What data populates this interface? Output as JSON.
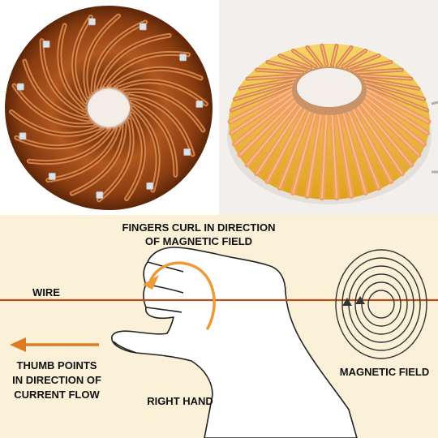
{
  "colors": {
    "diagram_bg": "#fbf1d8",
    "wire": "#b5521b",
    "current_arrow": "#e07a20",
    "curl_arrow": "#ee9a36",
    "copper_dark": "#8a3d12",
    "copper_light": "#e08a4a",
    "toroid_wire": "#f0a060",
    "toroid_core": "#f2c23a"
  },
  "photos": {
    "left_icon": "air-core-copper-coil",
    "right_icon": "toroidal-inductor"
  },
  "diagram": {
    "fingers_label_line1": "FINGERS CURL IN DIRECTION",
    "fingers_label_line2": "OF MAGNETIC FIELD",
    "wire_label": "WIRE",
    "thumb_label_line1": "THUMB POINTS",
    "thumb_label_line2": "IN DIRECTION OF",
    "thumb_label_line3": "CURRENT FLOW",
    "hand_label": "RIGHT HAND",
    "field_label": "MAGNETIC FIELD"
  }
}
